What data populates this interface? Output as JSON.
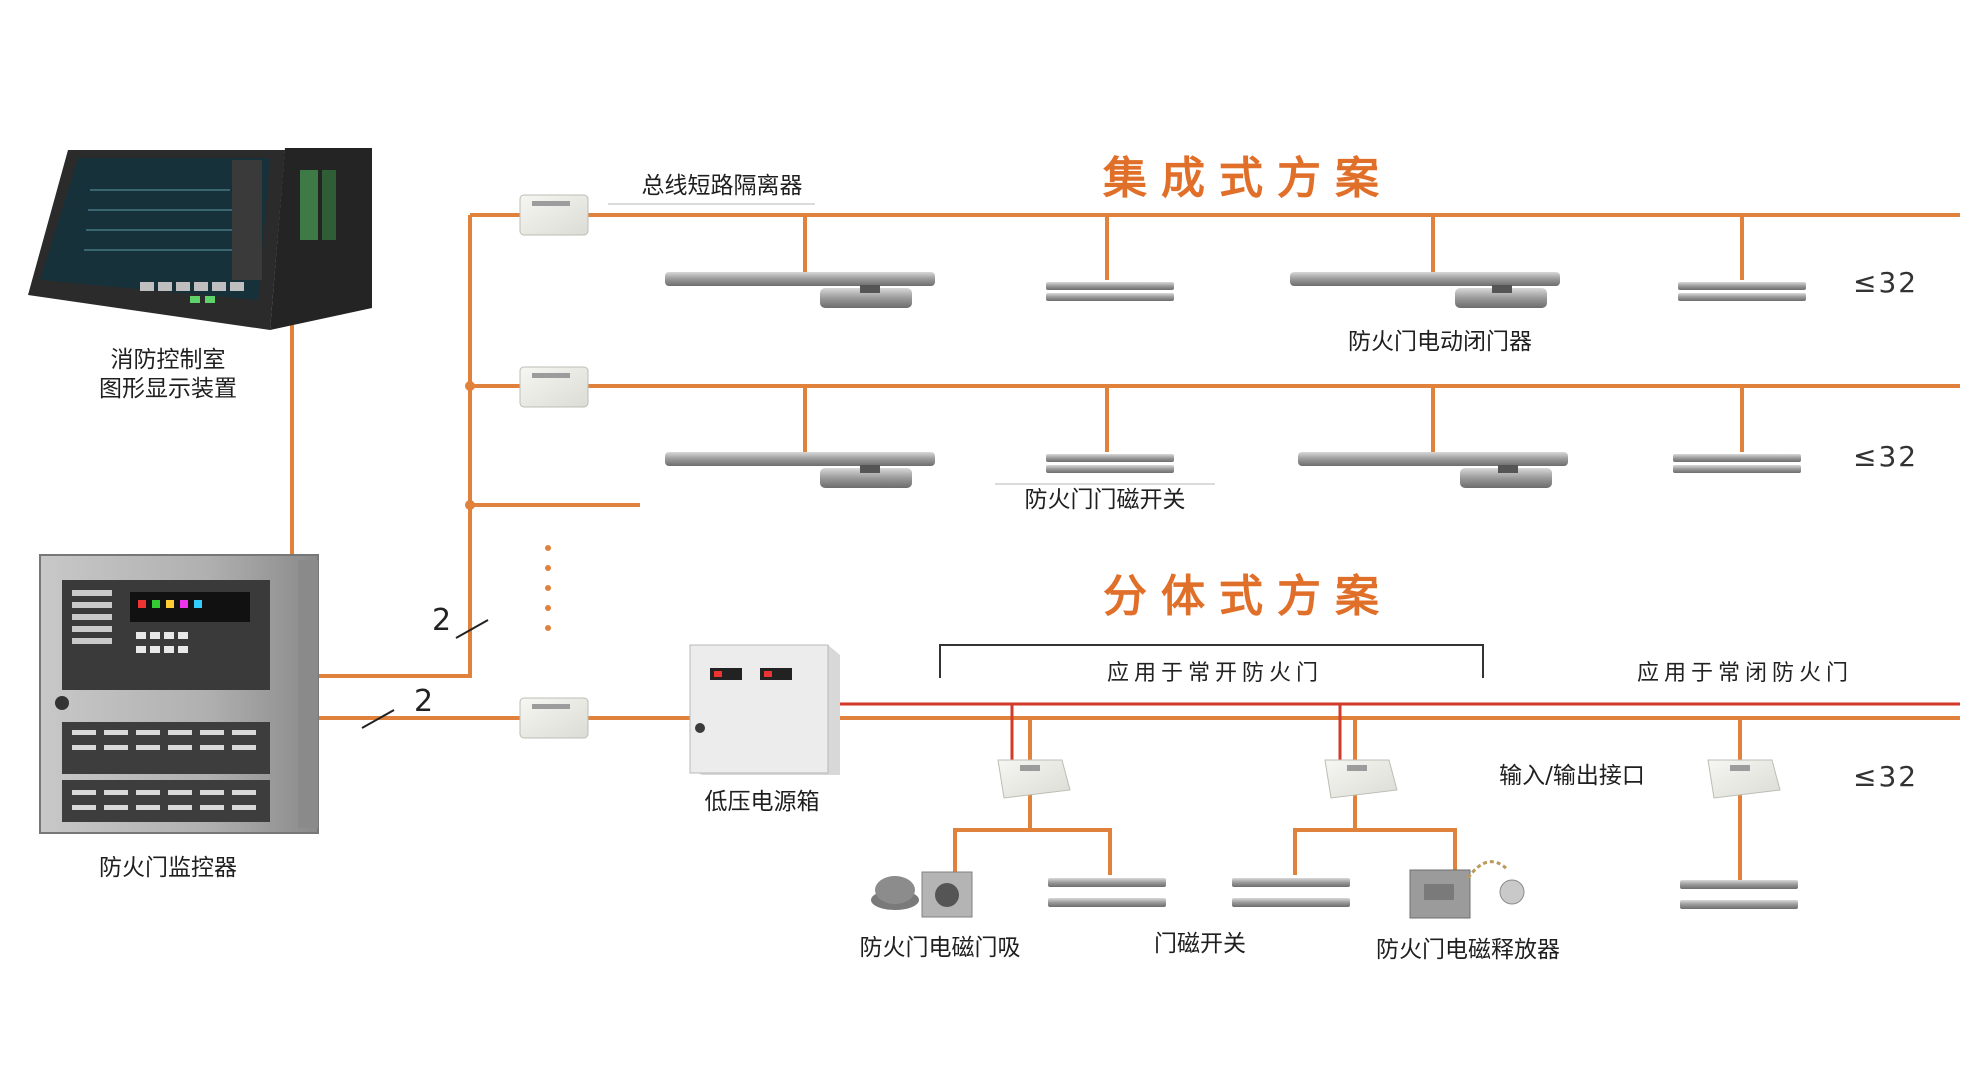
{
  "colors": {
    "bus_wire": "#e0823c",
    "power_wire": "#d23a2a",
    "heading": "#e06f2a"
  },
  "headings": {
    "integrated": "集成式方案",
    "split": "分体式方案"
  },
  "labels": {
    "graphic_display": "消防控制室\n图形显示装置",
    "monitor": "防火门监控器",
    "isolator": "总线短路隔离器",
    "electric_closer": "防火门电动闭门器",
    "door_magnetic_switch": "防火门门磁开关",
    "power_box": "低压电源箱",
    "normally_open": "应用于常开防火门",
    "normally_closed": "应用于常闭防火门",
    "io_interface": "输入/输出接口",
    "electromagnetic_holder": "防火门电磁门吸",
    "magnetic_switch": "门磁开关",
    "electromagnetic_release": "防火门电磁释放器"
  },
  "limits": {
    "row1": "≤32",
    "row2": "≤32",
    "row3": "≤32"
  },
  "bus_counts": {
    "upper": "2",
    "lower": "2"
  }
}
